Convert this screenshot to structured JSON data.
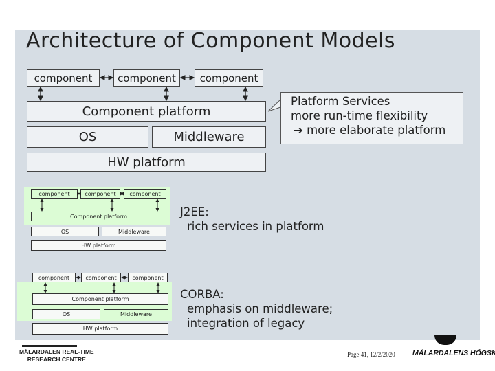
{
  "slide": {
    "title": "Architecture of Component Models",
    "main_diagram": {
      "components": [
        "component",
        "component",
        "component"
      ],
      "platform": "Component platform",
      "os": "OS",
      "middleware": "Middleware",
      "hw": "HW platform"
    },
    "callout": {
      "line1": "Platform Services",
      "line2": "more run-time flexibility",
      "line3": "more elaborate platform",
      "arrow_glyph": "➔"
    },
    "j2ee": {
      "diagram": {
        "components": [
          "component",
          "component",
          "component"
        ],
        "platform": "Component platform",
        "os": "OS",
        "middleware": "Middleware",
        "hw": "HW platform"
      },
      "title": "J2EE:",
      "desc": "rich services in platform",
      "highlight_color": "#dcfcd5"
    },
    "corba": {
      "diagram": {
        "components": [
          "component",
          "component",
          "component"
        ],
        "platform": "Component platform",
        "os": "OS",
        "middleware": "Middleware",
        "hw": "HW platform"
      },
      "title": "CORBA:",
      "desc1": "emphasis on middleware;",
      "desc2": "integration of legacy",
      "highlight_color": "#dcfcd5"
    },
    "footer": {
      "org_line1": "MÄLARDALEN REAL-TIME",
      "org_line2": "RESEARCH CENTRE",
      "page": "Page 41, 12/2/2020",
      "university": "MÄLARDALENS HÖGSKOLA"
    }
  }
}
